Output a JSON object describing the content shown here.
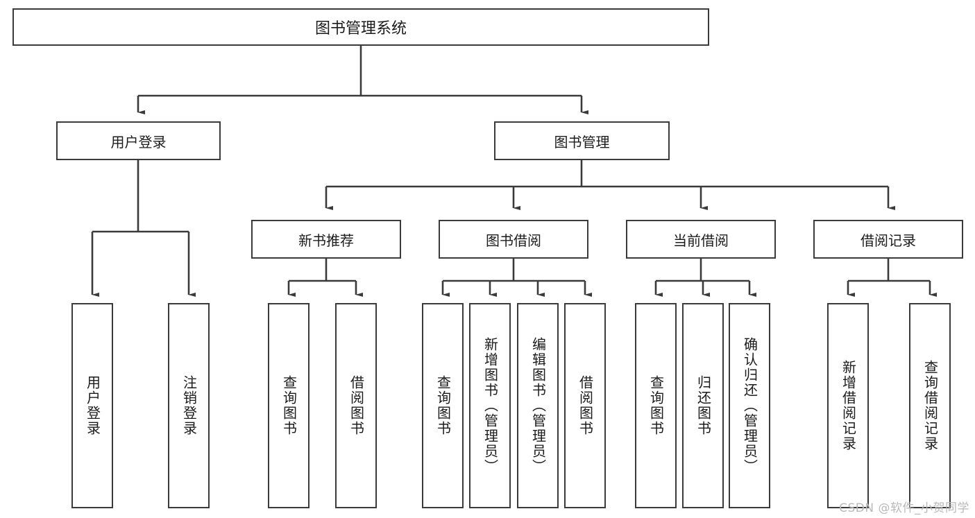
{
  "diagram": {
    "type": "tree-hierarchy",
    "title": "图书管理系统",
    "background_color": "#ffffff",
    "line_color": "#3a3a3a",
    "text_color": "#1b1b1b",
    "root": {
      "label": "图书管理系统"
    },
    "level1": [
      {
        "label": "用户登录"
      },
      {
        "label": "图书管理"
      }
    ],
    "level2": [
      {
        "label": "新书推荐"
      },
      {
        "label": "图书借阅"
      },
      {
        "label": "当前借阅"
      },
      {
        "label": "借阅记录"
      }
    ],
    "leaves": {
      "user_login": [
        {
          "label": "用户登录"
        },
        {
          "label": "注销登录"
        }
      ],
      "new_book_recommend": [
        {
          "label": "查询图书"
        },
        {
          "label": "借阅图书"
        }
      ],
      "book_borrow": [
        {
          "label": "查询图书"
        },
        {
          "label": "新增图书（管理员）"
        },
        {
          "label": "编辑图书（管理员）"
        },
        {
          "label": "借阅图书"
        }
      ],
      "current_borrow": [
        {
          "label": "查询图书"
        },
        {
          "label": "归还图书"
        },
        {
          "label": "确认归还（管理员）"
        }
      ],
      "borrow_record": [
        {
          "label": "新增借阅记录"
        },
        {
          "label": "查询借阅记录"
        }
      ]
    }
  },
  "watermark": {
    "text": "CSDN @软件_小贺同学"
  }
}
